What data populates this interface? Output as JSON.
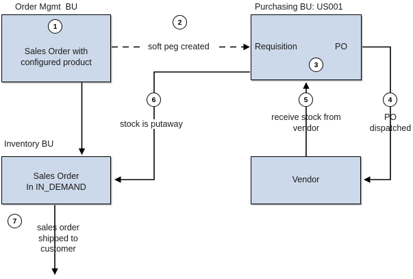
{
  "diagram": {
    "title_hidden": "",
    "colors": {
      "box_fill": "#ccd9ea",
      "box_border": "#000000",
      "line": "#000000",
      "text": "#1a1a1a",
      "background": "#ffffff"
    },
    "bu_labels": [
      {
        "id": "order-mgmt-bu",
        "text": "Order Mgmt  BU"
      },
      {
        "id": "purchasing-bu",
        "text": "Purchasing BU: US001"
      },
      {
        "id": "inventory-bu",
        "text": "Inventory BU"
      }
    ],
    "boxes": [
      {
        "id": "sales-order-configured",
        "text": "Sales Order with\nconfigured product"
      },
      {
        "id": "requisition-po",
        "left_text": "Requisition",
        "right_text": "PO"
      },
      {
        "id": "sales-order-in-demand",
        "text": "Sales Order\nIn IN_DEMAND"
      },
      {
        "id": "vendor",
        "text": "Vendor"
      }
    ],
    "steps": [
      {
        "number": "1",
        "name": "step-1-sales-order"
      },
      {
        "number": "2",
        "name": "step-2-soft-peg"
      },
      {
        "number": "3",
        "name": "step-3-requisition-po"
      },
      {
        "number": "4",
        "name": "step-4-po-dispatched"
      },
      {
        "number": "5",
        "name": "step-5-receive-stock"
      },
      {
        "number": "6",
        "name": "step-6-stock-putaway"
      },
      {
        "number": "7",
        "name": "step-7-shipped"
      }
    ],
    "edge_labels": [
      {
        "id": "soft-peg-created",
        "text": "soft peg created"
      },
      {
        "id": "stock-is-putaway",
        "text": "stock is putaway"
      },
      {
        "id": "receive-stock-from-vendor",
        "text": "receive stock from\nvendor"
      },
      {
        "id": "po-dispatched",
        "text": "PO\ndispatched"
      },
      {
        "id": "sales-order-shipped",
        "text": "sales order\nshipped to\ncustomer"
      }
    ]
  }
}
